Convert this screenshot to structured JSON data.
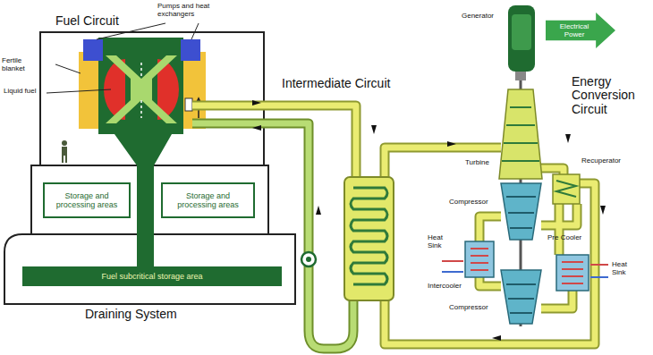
{
  "diagram": {
    "nodes": [
      {
        "text": [
          "Storage and processing areas"
        ]
      },
      {
        "text": [
          "Storage and processing areas"
        ]
      },
      {
        "text": [
          "Fuel subcritical storage area"
        ]
      },
      {
        "text": [
          "Electrical Power"
        ]
      }
    ],
    "labels": [
      "Fuel Circuit",
      "Pumps and heat exchangers",
      "Fertile blanket",
      "Liquid fuel",
      "Intermediate Circuit",
      "Draining System",
      "Generator",
      "Energy Conversion Circuit",
      "Turbine",
      "Recuperator",
      "Compressor",
      "Compressor",
      "Heat Sink",
      "Intercooler",
      "Pre Cooler",
      "Heat Sink"
    ]
  }
}
